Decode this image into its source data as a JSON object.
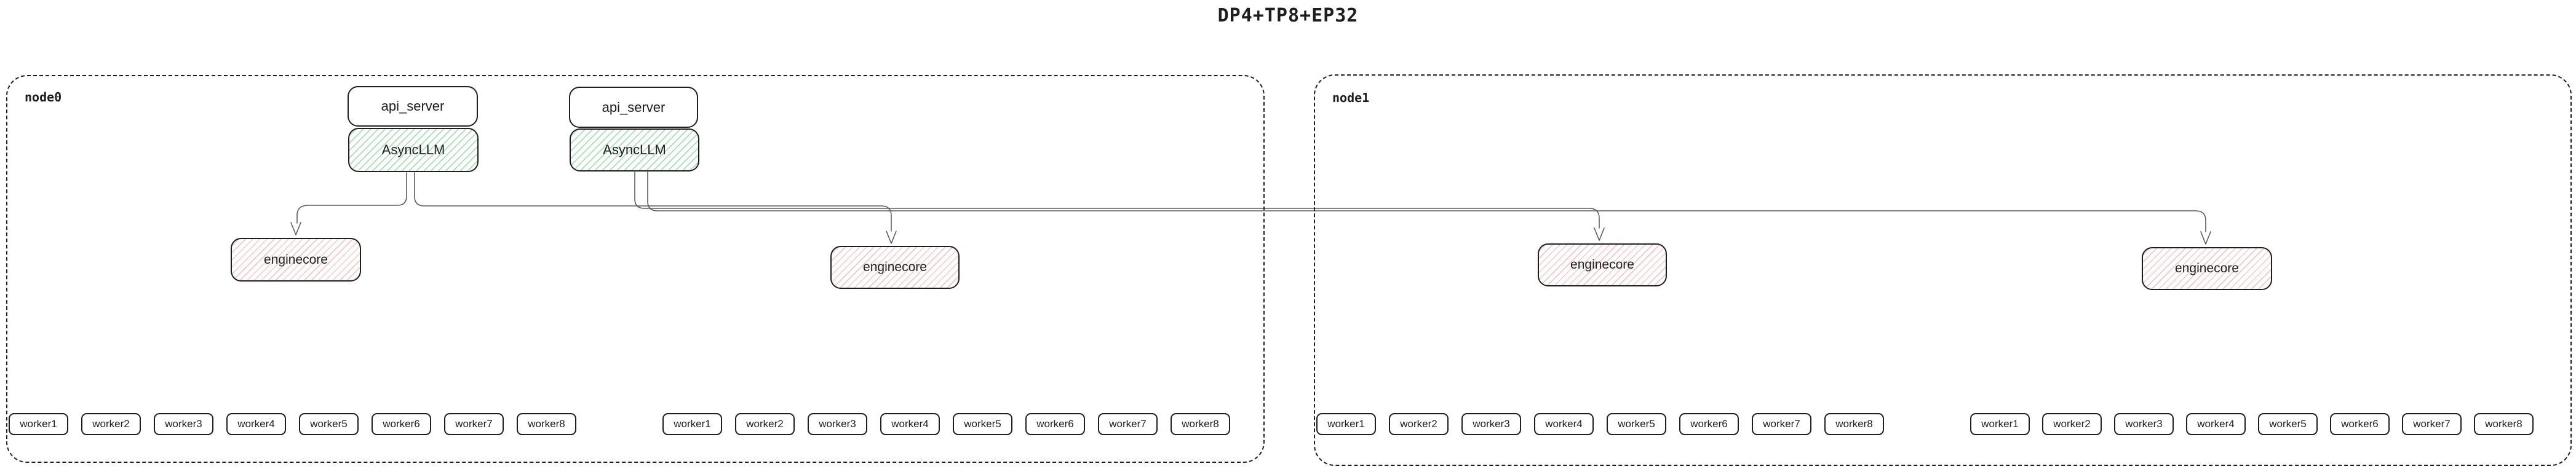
{
  "title": "DP4+TP8+EP32",
  "colors": {
    "outline": "#1e1e1e",
    "connector": "#5c5c5c",
    "asyncllm_hatch": "#40c057",
    "enginecore_hatch": "#e04949",
    "background": "#ffffff"
  },
  "edges": [
    {
      "from": "AsyncLLM-1",
      "to": "enginecore-1"
    },
    {
      "from": "AsyncLLM-1",
      "to": "enginecore-2"
    },
    {
      "from": "AsyncLLM-2",
      "to": "enginecore-3"
    },
    {
      "from": "AsyncLLM-2",
      "to": "enginecore-4"
    }
  ],
  "node0": {
    "label": "node0",
    "api_servers": [
      "api_server",
      "api_server"
    ],
    "asyncllms": [
      "AsyncLLM",
      "AsyncLLM"
    ],
    "enginecores": [
      "enginecore",
      "enginecore"
    ],
    "worker_groups": [
      [
        "worker1",
        "worker2",
        "worker3",
        "worker4",
        "worker5",
        "worker6",
        "worker7",
        "worker8"
      ],
      [
        "worker1",
        "worker2",
        "worker3",
        "worker4",
        "worker5",
        "worker6",
        "worker7",
        "worker8"
      ]
    ]
  },
  "node1": {
    "label": "node1",
    "enginecores": [
      "enginecore",
      "enginecore"
    ],
    "worker_groups": [
      [
        "worker1",
        "worker2",
        "worker3",
        "worker4",
        "worker5",
        "worker6",
        "worker7",
        "worker8"
      ],
      [
        "worker1",
        "worker2",
        "worker3",
        "worker4",
        "worker5",
        "worker6",
        "worker7",
        "worker8"
      ]
    ]
  }
}
